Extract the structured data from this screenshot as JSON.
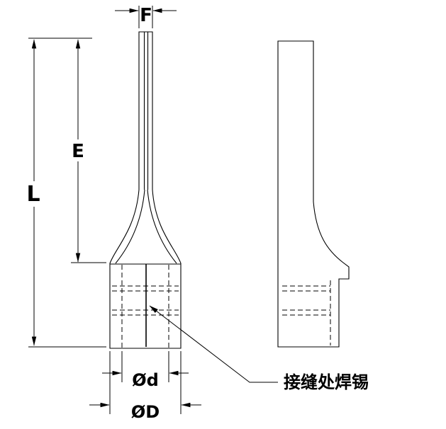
{
  "drawing": {
    "background": "#ffffff",
    "line_color": "#000000",
    "dimensions": {
      "F": "F",
      "E": "E",
      "L": "L",
      "inner_diameter": "Ød",
      "outer_diameter": "ØD"
    },
    "annotations": {
      "solder_note": "接缝处焊锡"
    }
  }
}
